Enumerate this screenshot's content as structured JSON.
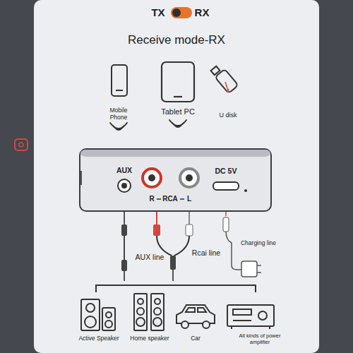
{
  "diagram": {
    "title": "Receive mode-RX",
    "nodes": [
      {
        "text": [
          "AUX",
          "R",
          "RCA",
          "L",
          "DC 5V"
        ]
      }
    ],
    "labels": [
      "TX",
      "RX",
      "Mobile Phone",
      "Tablet PC",
      "U disk",
      "AUX line",
      "Rcai line",
      "Charging line",
      "Active Speaker",
      "Home speaker",
      "Car",
      "All kinds of power amplifier"
    ]
  }
}
